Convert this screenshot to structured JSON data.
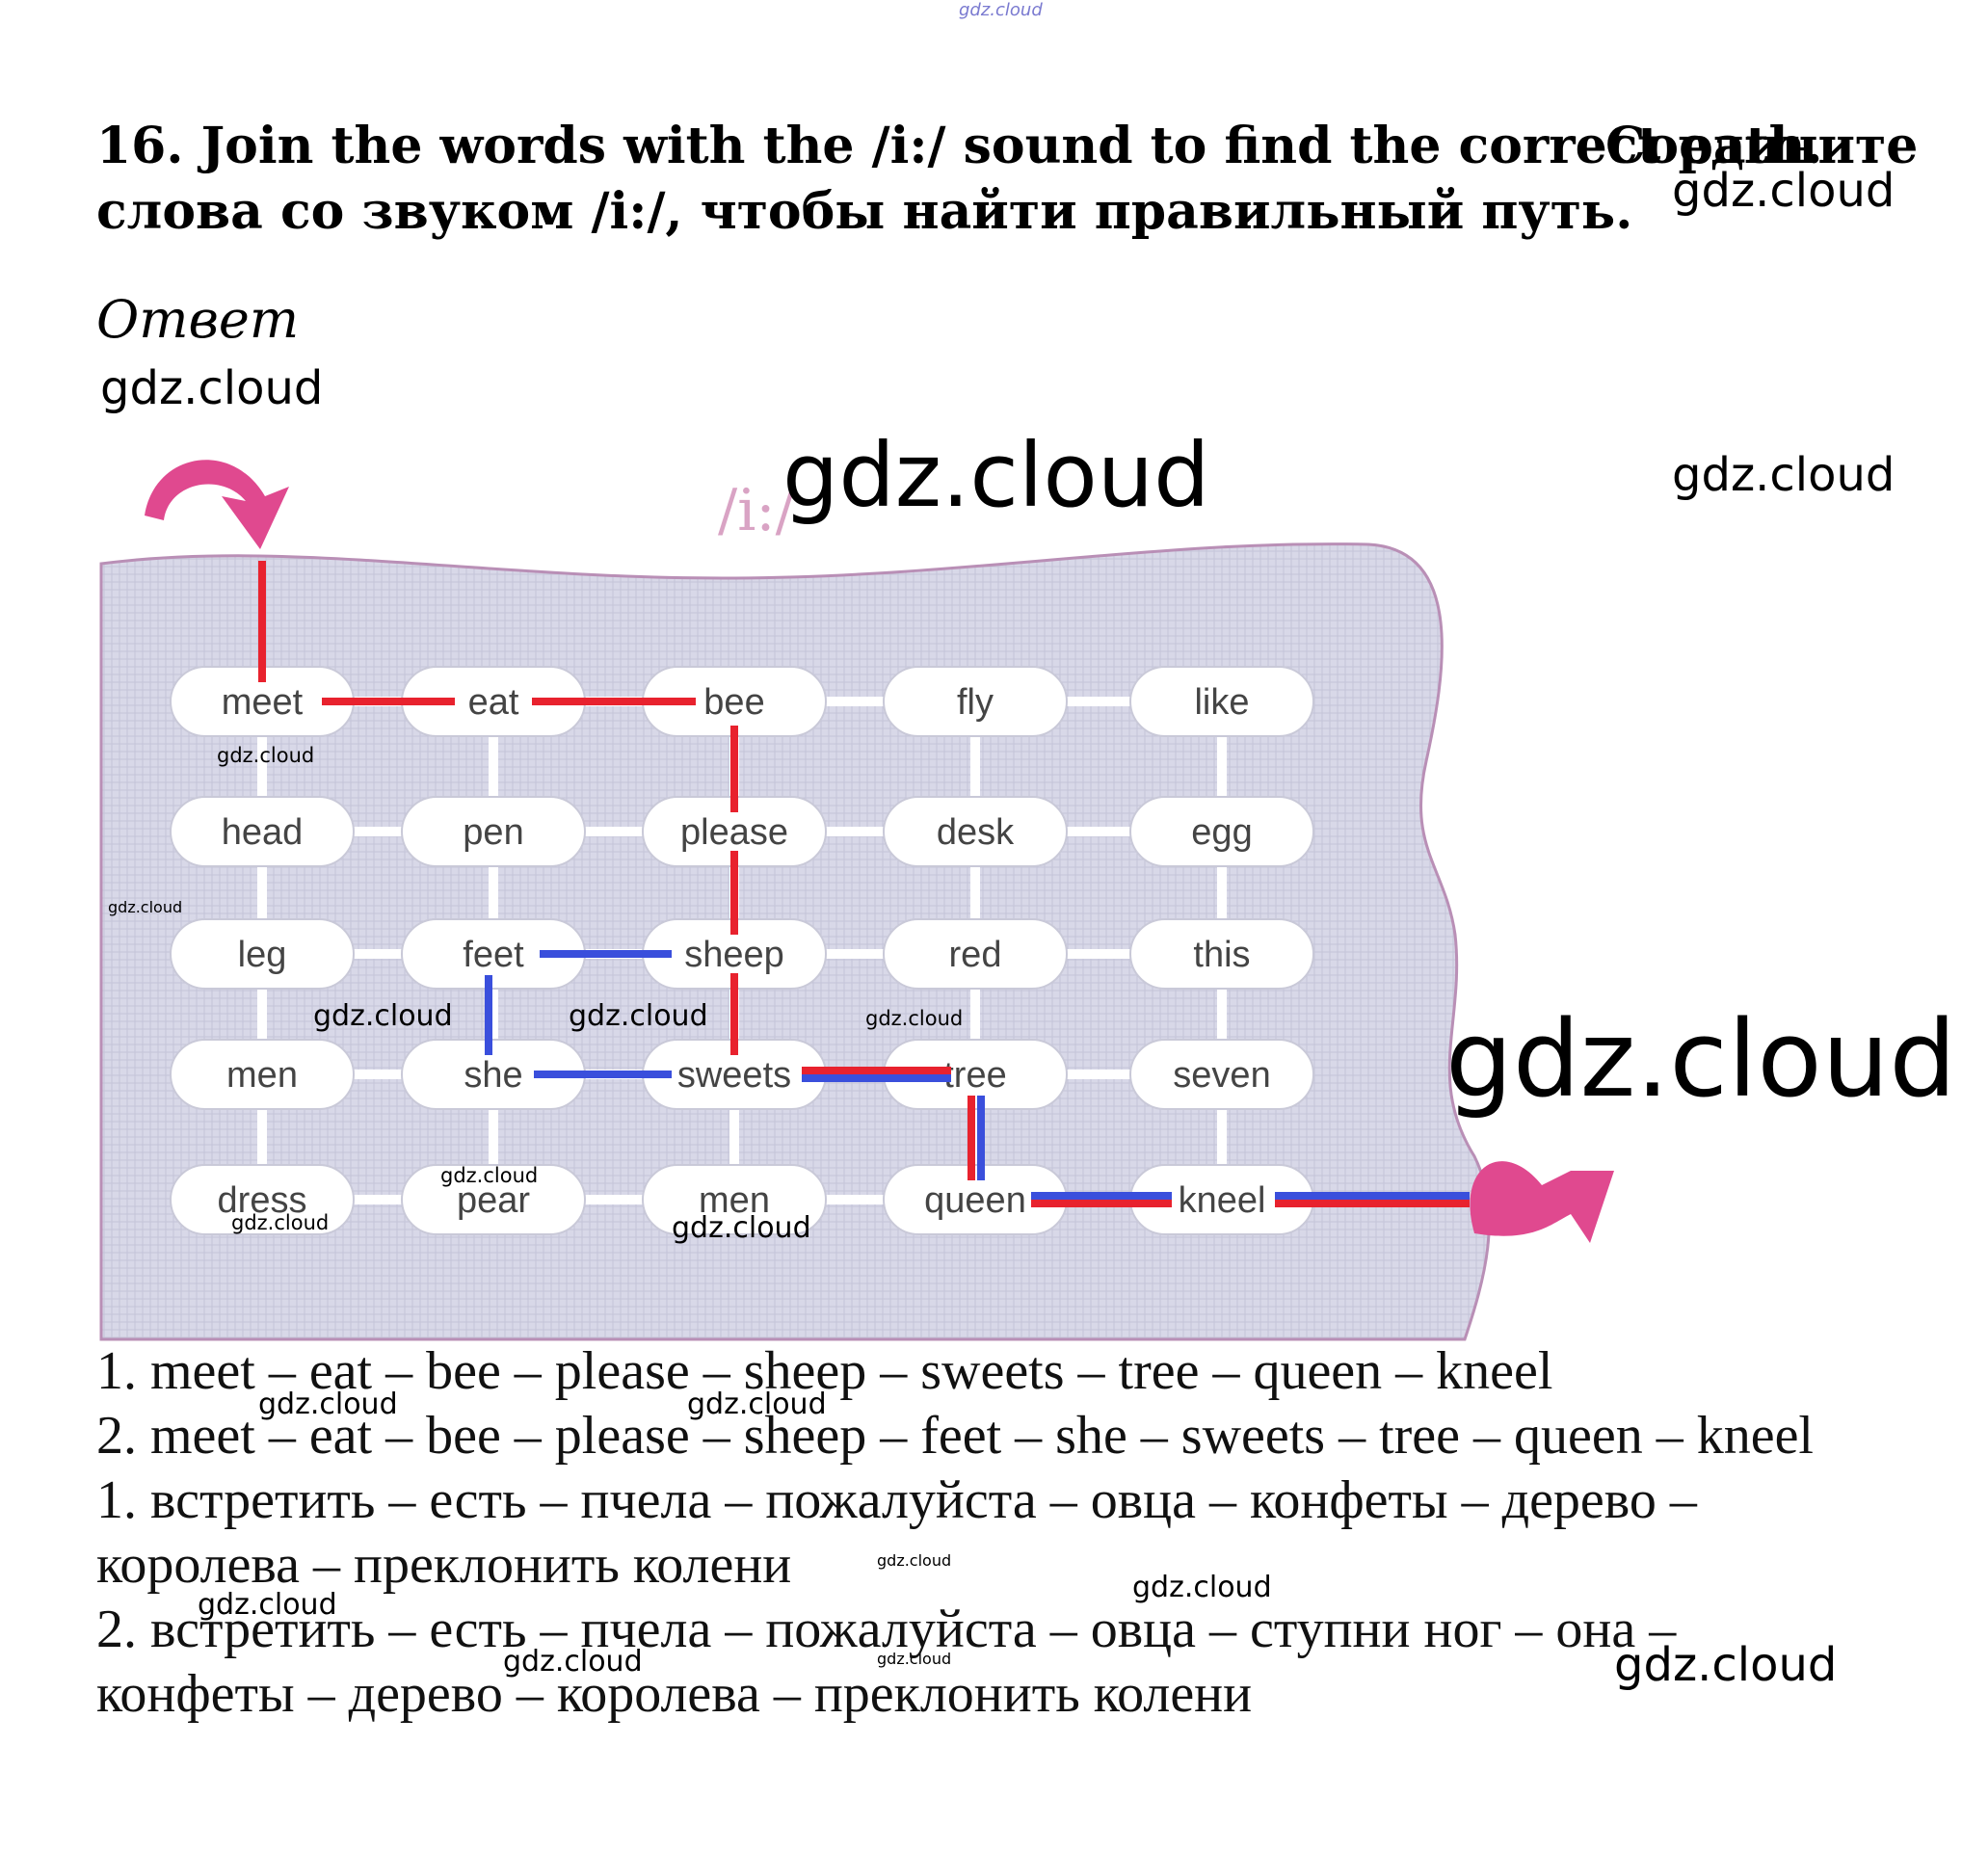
{
  "watermark_text": "gdz.cloud",
  "top_watermark": "gdz.cloud",
  "task": {
    "en": "16. Join the words with the /i:/ sound to find the correct path.",
    "ru_part1": "Соедините",
    "ru_part2": "слова со звуком /i:/, чтобы найти правильный путь."
  },
  "answer_label": "Ответ",
  "puzzle": {
    "heading": "/i:/",
    "grid": [
      [
        "meet",
        "eat",
        "bee",
        "fly",
        "like"
      ],
      [
        "head",
        "pen",
        "please",
        "desk",
        "egg"
      ],
      [
        "leg",
        "feet",
        "sheep",
        "red",
        "this"
      ],
      [
        "men",
        "she",
        "sweets",
        "tree",
        "seven"
      ],
      [
        "dress",
        "pear",
        "men",
        "queen",
        "kneel"
      ]
    ],
    "path_colors": {
      "path1": "#e8222e",
      "path2": "#3a4fdc",
      "arrow": "#e0498f",
      "board": "#d6d6e6",
      "board_border": "#b98fb6"
    }
  },
  "answers": {
    "en_1": "1. meet – eat – bee – please – sheep – sweets – tree – queen – kneel",
    "en_2": "2. meet – eat – bee – please – sheep – feet – she – sweets – tree – queen – kneel",
    "ru_1a": "1. встретить – есть – пчела – пожалуйста – овца – конфеты – дерево –",
    "ru_1b": "королева – преклонить колени",
    "ru_2a": "2. встретить – есть – пчела – пожалуйста – овца – ступни ног – она –",
    "ru_2b": "конфеты – дерево – королева – преклонить колени"
  }
}
